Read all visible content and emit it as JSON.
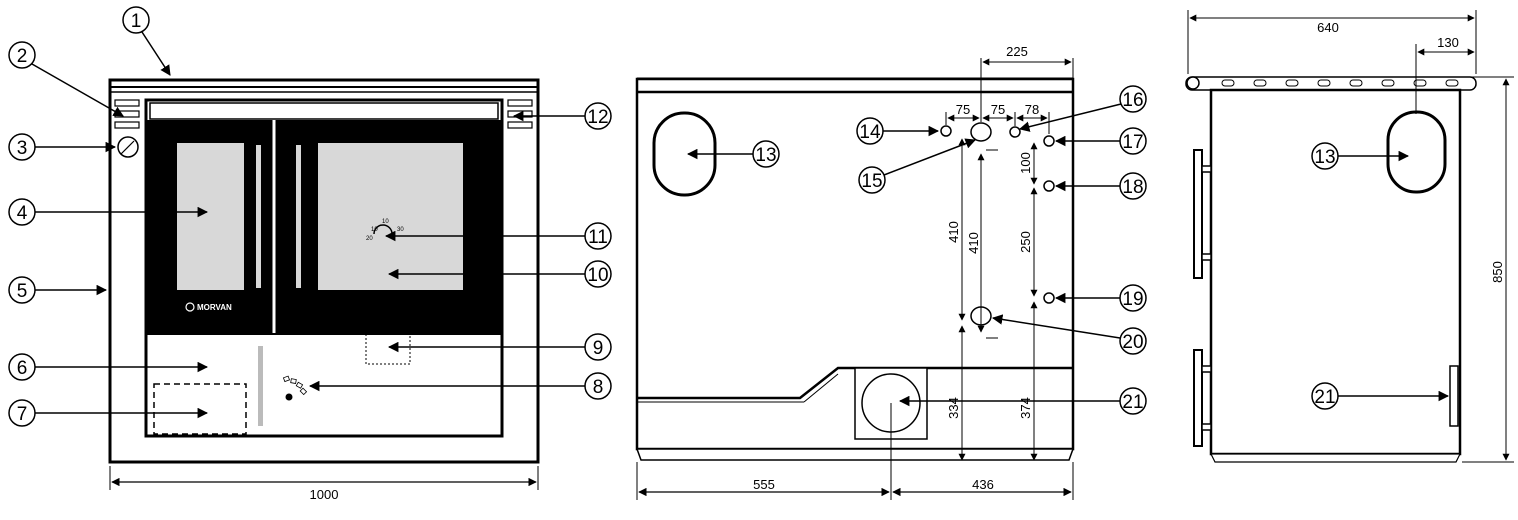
{
  "callouts": {
    "c1": "1",
    "c2": "2",
    "c3": "3",
    "c4": "4",
    "c5": "5",
    "c6": "6",
    "c7": "7",
    "c8": "8",
    "c9": "9",
    "c10": "10",
    "c11": "11",
    "c12": "12",
    "c13": "13",
    "c14": "14",
    "c15": "15",
    "c16": "16",
    "c17": "17",
    "c18": "18",
    "c19": "19",
    "c20": "20",
    "c21": "21",
    "c13b": "13",
    "c21b": "21"
  },
  "dimensions": {
    "front_width": "1000",
    "back_left": "555",
    "back_right": "436",
    "top_225": "225",
    "gap_75a": "75",
    "gap_75b": "75",
    "gap_78": "78",
    "v_100": "100",
    "v_250": "250",
    "v_410a": "410",
    "v_410b": "410",
    "v_334": "334",
    "v_374": "374",
    "side_width": "640",
    "side_130": "130",
    "side_height": "850"
  },
  "brand": "MORVAN",
  "dial_marks": {
    "m1": "10",
    "m2": "10",
    "m3": "20",
    "m4": "30"
  },
  "colors": {
    "glass": "#d8d8d8",
    "frame": "#000000",
    "background": "#ffffff"
  }
}
